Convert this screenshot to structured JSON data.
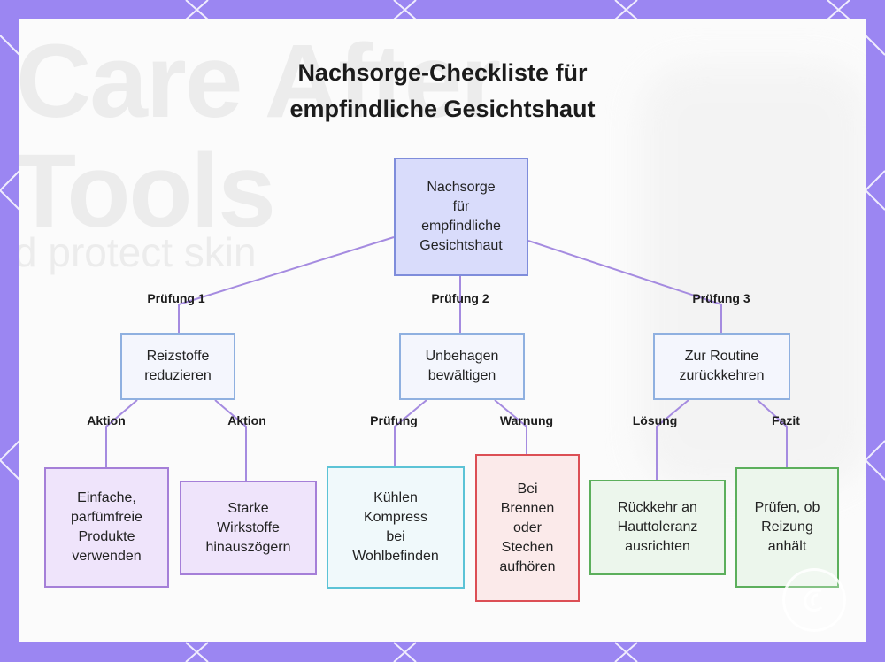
{
  "title": {
    "line1": "Nachsorge-Checkliste für",
    "line2": "empfindliche Gesichtshaut"
  },
  "background_text": {
    "line1": "Care After",
    "line2": "Tools",
    "line3": "d protect skin"
  },
  "colors": {
    "frame": "#9b86f2",
    "panel": "#fbfbfb",
    "edge": "#a58be0",
    "root_fill": "#d9dcfb",
    "purple_border": "#a57fd8",
    "cyan_border": "#5cc3d6",
    "red_border": "#dc4f55",
    "green_border": "#5caf5c"
  },
  "diagram": {
    "root": {
      "lines": [
        "Nachsorge",
        "für",
        "empfindliche",
        "Gesichtshaut"
      ]
    },
    "branches": [
      {
        "edge_label": "Prüfung 1",
        "lines": [
          "Reizstoffe",
          "reduzieren"
        ],
        "children": [
          {
            "edge_label": "Aktion",
            "lines": [
              "Einfache,",
              "parfümfreie",
              "Produkte",
              "verwenden"
            ]
          },
          {
            "edge_label": "Aktion",
            "lines": [
              "Starke",
              "Wirkstoffe",
              "hinauszögern"
            ]
          }
        ]
      },
      {
        "edge_label": "Prüfung 2",
        "lines": [
          "Unbehagen",
          "bewältigen"
        ],
        "children": [
          {
            "edge_label": "Prüfung",
            "lines": [
              "Kühlen",
              "Kompress",
              "bei",
              "Wohlbefinden"
            ]
          },
          {
            "edge_label": "Warnung",
            "lines": [
              "Bei",
              "Brennen",
              "oder",
              "Stechen",
              "aufhören"
            ]
          }
        ]
      },
      {
        "edge_label": "Prüfung 3",
        "lines": [
          "Zur Routine",
          "zurückkehren"
        ],
        "children": [
          {
            "edge_label": "Lösung",
            "lines": [
              "Rückkehr an",
              "Hauttoleranz",
              "ausrichten"
            ]
          },
          {
            "edge_label": "Fazit",
            "lines": [
              "Prüfen, ob",
              "Reizung",
              "anhält"
            ]
          }
        ]
      }
    ]
  },
  "watermark_icon": "logo-watermark-icon"
}
